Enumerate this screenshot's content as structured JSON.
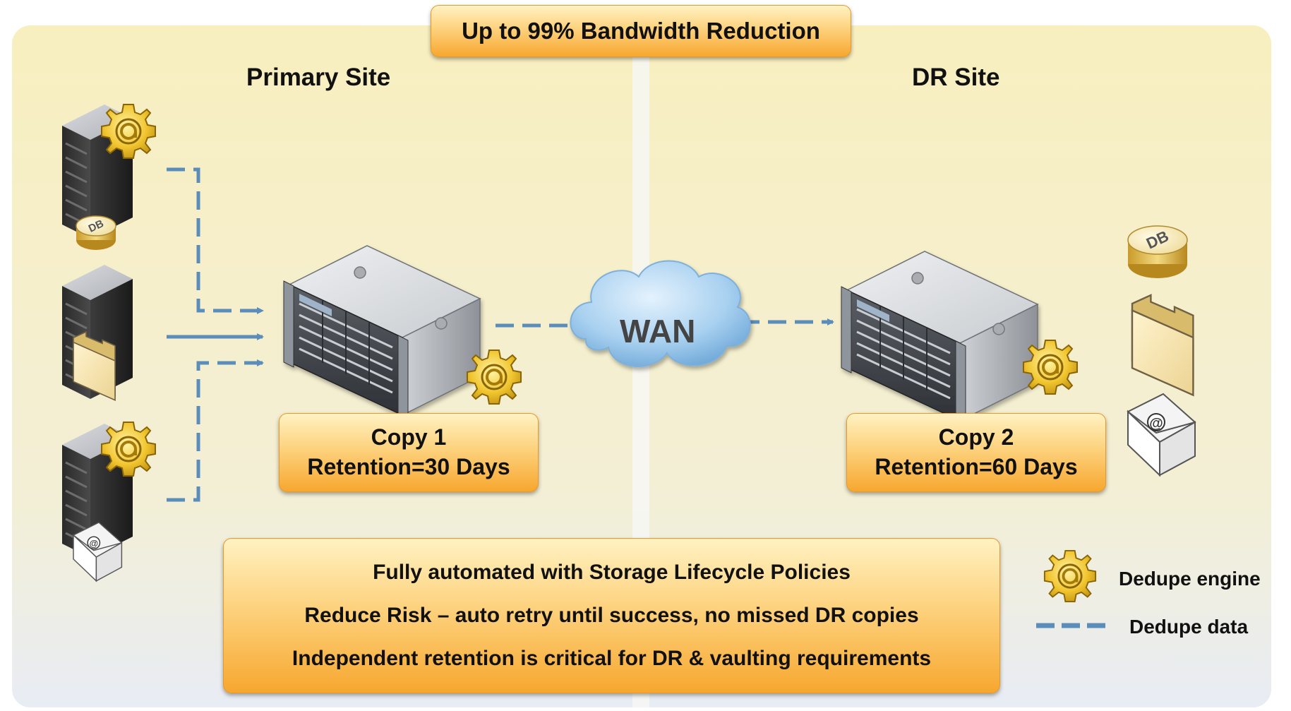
{
  "banner": {
    "title": "Up to 99% Bandwidth Reduction"
  },
  "sites": {
    "primary": {
      "title": "Primary Site"
    },
    "dr": {
      "title": "DR Site"
    }
  },
  "wan": {
    "label": "WAN"
  },
  "copies": [
    {
      "line1": "Copy 1",
      "line2": "Retention=30 Days"
    },
    {
      "line1": "Copy 2",
      "line2": "Retention=60 Days"
    }
  ],
  "icons": {
    "db": "DB",
    "email": "@"
  },
  "notes": [
    "Fully automated with Storage Lifecycle Policies",
    "Reduce Risk – auto retry until success, no missed DR copies",
    "Independent retention is critical for DR & vaulting requirements"
  ],
  "legend": {
    "engine": "Dedupe engine",
    "data": "Dedupe data"
  },
  "colors": {
    "panel": "#f8efbf",
    "accent_orange": "#f7a72f",
    "dedupe_line": "#5a8db9",
    "gear": "#e8b81a",
    "cloud": "#9cc8ec"
  }
}
